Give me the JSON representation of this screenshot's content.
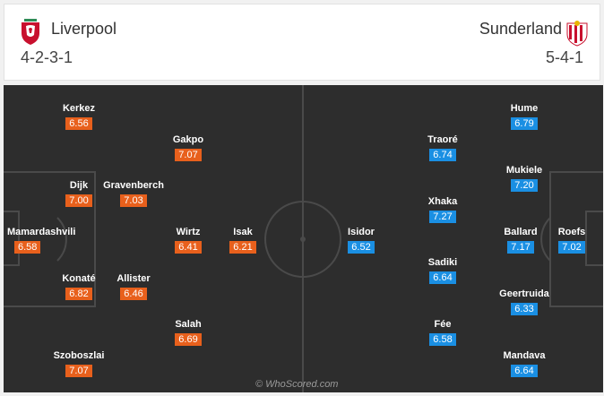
{
  "home": {
    "name": "Liverpool",
    "formation": "4-2-3-1",
    "badge": "liverpool-crest-icon",
    "color": "#e8601c",
    "players": [
      {
        "name": "Kerkez",
        "rating": "6.56"
      },
      {
        "name": "Gakpo",
        "rating": "7.07"
      },
      {
        "name": "Dijk",
        "rating": "7.00"
      },
      {
        "name": "Gravenberch",
        "rating": "7.03"
      },
      {
        "name": "Mamardashvili",
        "rating": "6.58"
      },
      {
        "name": "Wirtz",
        "rating": "6.41"
      },
      {
        "name": "Isak",
        "rating": "6.21"
      },
      {
        "name": "Konaté",
        "rating": "6.82"
      },
      {
        "name": "Allister",
        "rating": "6.46"
      },
      {
        "name": "Salah",
        "rating": "6.69"
      },
      {
        "name": "Szoboszlai",
        "rating": "7.07"
      }
    ]
  },
  "away": {
    "name": "Sunderland",
    "formation": "5-4-1",
    "badge": "sunderland-crest-icon",
    "color": "#1a8fe3",
    "players": [
      {
        "name": "Hume",
        "rating": "6.79"
      },
      {
        "name": "Traoré",
        "rating": "6.74"
      },
      {
        "name": "Mukiele",
        "rating": "7.20"
      },
      {
        "name": "Xhaka",
        "rating": "7.27"
      },
      {
        "name": "Isidor",
        "rating": "6.52"
      },
      {
        "name": "Ballard",
        "rating": "7.17"
      },
      {
        "name": "Roefs",
        "rating": "7.02"
      },
      {
        "name": "Sadiki",
        "rating": "6.64"
      },
      {
        "name": "Geertruida",
        "rating": "6.33"
      },
      {
        "name": "Fée",
        "rating": "6.58"
      },
      {
        "name": "Mandava",
        "rating": "6.64"
      }
    ]
  },
  "watermark": "© WhoScored.com"
}
